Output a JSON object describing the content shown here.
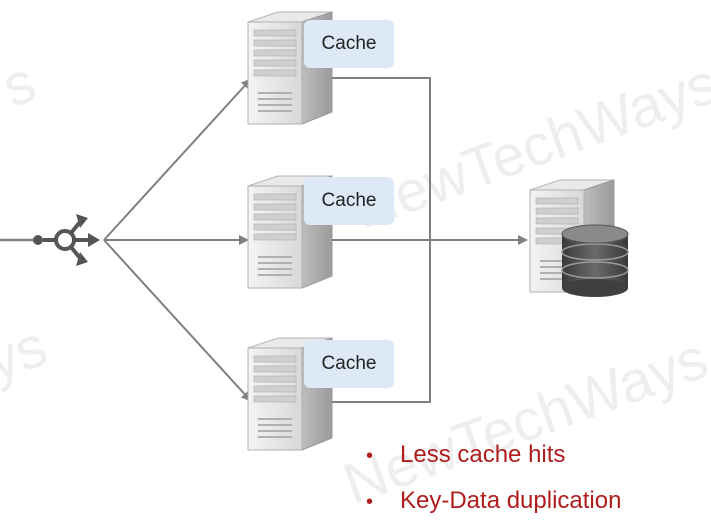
{
  "caches": [
    {
      "label": "Cache"
    },
    {
      "label": "Cache"
    },
    {
      "label": "Cache"
    }
  ],
  "bullets": [
    {
      "marker": "•",
      "text": "Less cache hits"
    },
    {
      "marker": "•",
      "text": "Key-Data duplication"
    }
  ],
  "watermark": {
    "text": "NewTechWays",
    "fragment_left": "s",
    "fragment_left2": "ys"
  },
  "colors": {
    "arrow": "#7f7f7f",
    "bullet_text": "#b01d1d",
    "cache_box": "#dde9f7",
    "server_body": "#d4d4d4",
    "database": "#555555"
  },
  "icons": {
    "load_balancer": "load-balancer-icon",
    "server": "server-icon",
    "database": "database-icon"
  }
}
